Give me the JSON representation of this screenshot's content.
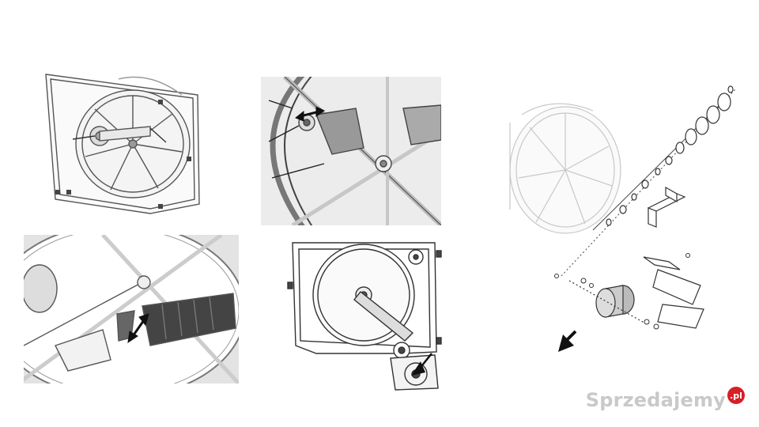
{
  "watermark": {
    "brand": "Sprzedajemy",
    "badge": ".pl",
    "badge_color": "#d71f26",
    "text_color": "#c9c9c9"
  },
  "figures": [
    {
      "id": "fan-housing-overview",
      "icon": "wheel-frame-diagram"
    },
    {
      "id": "belt-tension-closeup",
      "icon": "adjust-arrow-diagram"
    },
    {
      "id": "motor-mount-closeup",
      "icon": "adjust-arrow-diagram"
    },
    {
      "id": "pulley-belt-side-view",
      "icon": "pulley-diagram"
    },
    {
      "id": "exploded-parts-view",
      "icon": "exploded-diagram"
    }
  ]
}
